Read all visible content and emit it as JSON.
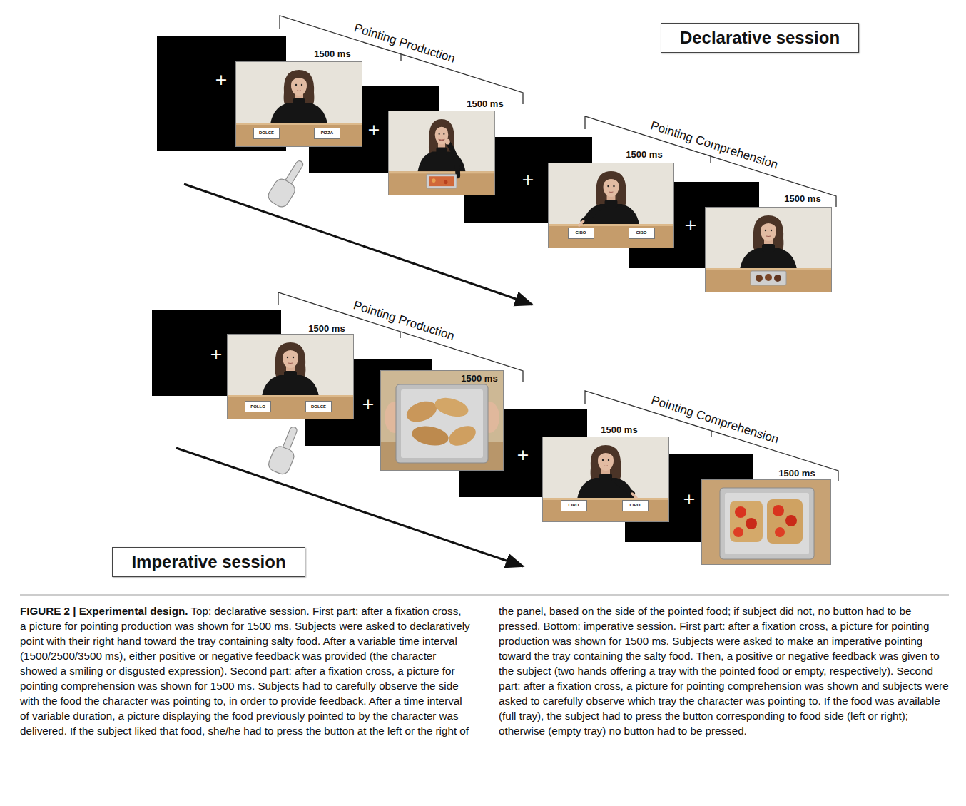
{
  "diagram": {
    "caption": "FIGURE 2 | Experimental design. Top: declarative session. First part: after a fixation cross, a picture for pointing production was shown for 1500 ms. Subjects were asked to declaratively point with their right hand toward the tray containing salty food. After a variable time interval (1500/2500/3500 ms), either positive or negative feedback was provided (the character showed a smiling or disgusted expression). Second part: after a fixation cross, a picture for pointing comprehension was shown for 1500 ms. Subjects had to carefully observe the side with the food the character was pointing to, in order to provide feedback. After a time interval of variable duration, a picture displaying the food previously pointed to by the character was delivered. If the subject liked that food, she/he had to press the button at the left or the right of the panel, based on the side of the pointed food; if subject did not, no button had to be pressed. Bottom: imperative session. First part: after a fixation cross, a picture for pointing production was shown for 1500 ms. Subjects were asked to make an imperative pointing toward the tray containing the salty food. Then, a positive or negative feedback was given to the subject (two hands offering a tray with the pointed food or empty, respectively). Second part: after a fixation cross, a picture for pointing comprehension was shown and subjects were asked to carefully observe which tray the character was pointing to. If the food was available (full tray), the subject had to press the button corresponding to food side (left or right); otherwise (empty tray) no button had to be pressed.",
    "nodes": [
      {
        "text": [
          "Declarative session"
        ]
      },
      {
        "text": [
          "+"
        ]
      },
      {
        "text": [
          "DOLCE"
        ]
      },
      {
        "text": [
          "PIZZA"
        ]
      },
      {
        "text": [
          "+"
        ]
      },
      {
        "text": [
          "+"
        ]
      },
      {
        "text": [
          "CIBO"
        ]
      },
      {
        "text": [
          "CIBO"
        ]
      },
      {
        "text": [
          "+"
        ]
      },
      {
        "text": [
          "+"
        ]
      },
      {
        "text": [
          "POLLO"
        ]
      },
      {
        "text": [
          "DOLCE"
        ]
      },
      {
        "text": [
          "+"
        ]
      },
      {
        "text": [
          "+"
        ]
      },
      {
        "text": [
          "CIBO"
        ]
      },
      {
        "text": [
          "CIBO"
        ]
      },
      {
        "text": [
          "+"
        ]
      },
      {
        "text": [
          "Imperative session"
        ]
      }
    ],
    "labels": [
      "Pointing Production",
      "1500 ms",
      "1500 ms",
      "Pointing Comprehension",
      "1500 ms",
      "1500 ms",
      "Pointing Production",
      "1500 ms",
      "1500 ms",
      "Pointing Comprehension",
      "1500 ms",
      "1500 ms"
    ]
  }
}
